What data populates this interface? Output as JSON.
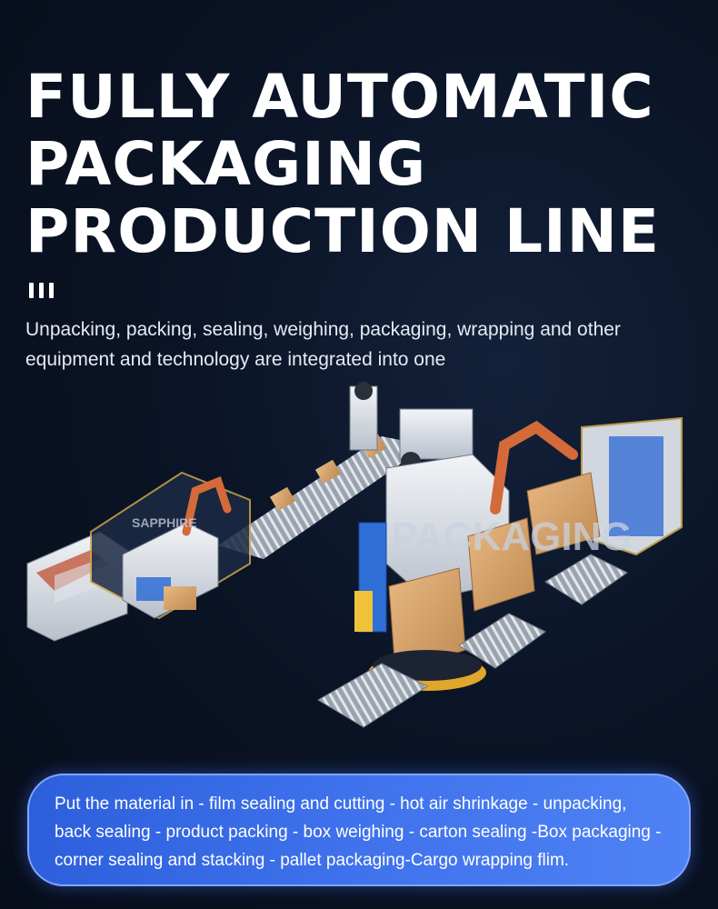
{
  "title": {
    "line1": "FULLY AUTOMATIC",
    "line2": "PACKAGING",
    "line3": "PRODUCTION LINE"
  },
  "subtitle": "Unpacking, packing, sealing, weighing, packaging, wrapping and other equipment and technology are integrated into one",
  "illustration": {
    "watermark_logo": "SAPPHIRE",
    "watermark_text": "PACKAGING"
  },
  "caption": "Put the material in - film sealing and cutting - hot air shrinkage - unpacking, back sealing - product packing - box weighing - carton sealing -Box packaging - corner sealing and stacking - pallet packaging-Cargo wrapping flim.",
  "colors": {
    "background": "#0b1426",
    "caption_box": "#3f72ec",
    "carton": "#d9a46c",
    "robot_arm": "#d46a3a",
    "machine_blue": "#2f6fd6"
  }
}
